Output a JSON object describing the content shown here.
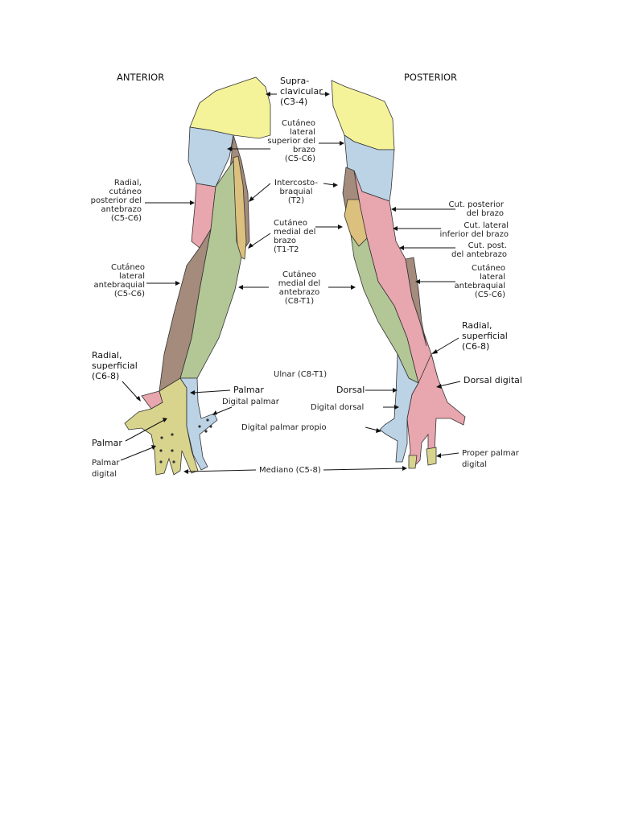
{
  "colors": {
    "yellow": "#f5f39a",
    "blue": "#bcd3e6",
    "pink": "#e8a6ae",
    "brown": "#a48b7c",
    "green": "#b3c796",
    "tan": "#dcc07d",
    "olive": "#d9d48d"
  },
  "headings": {
    "anterior": "ANTERIOR",
    "posterior": "POSTERIOR"
  },
  "center_labels": {
    "supraclavicular": [
      "Supra-",
      "clavicular",
      "(C3-4)"
    ],
    "cut_lat_sup": [
      "Cutáneo",
      "lateral",
      "superior del",
      "brazo",
      "(C5-C6)"
    ],
    "intercosto": [
      "Intercosto-",
      "braquial",
      "(T2)"
    ],
    "cut_med_brazo": [
      "Cutáneo",
      "medial del",
      "brazo",
      "(T1-T2"
    ],
    "cut_med_antebrazo": [
      "Cutáneo",
      "medial del",
      "antebrazo",
      "(C8-T1)"
    ],
    "ulnar": "Ulnar (C8-T1)",
    "palmar": "Palmar",
    "digital_palmar": "Digital palmar",
    "dorsal": "Dorsal",
    "digital_dorsal": "Digital dorsal",
    "digital_palmar_propio": "Digital palmar propio",
    "mediano": "Mediano (C5-8)"
  },
  "left_labels": {
    "radial_cut_post": [
      "Radial,",
      "cutáneo",
      "posterior del",
      "antebrazo",
      "(C5-C6)"
    ],
    "cut_lat_antebraquial": [
      "Cutáneo",
      "lateral",
      "antebraquial",
      "(C5-C6)"
    ],
    "radial_superficial": [
      "Radial,",
      "superficial",
      "(C6-8)"
    ],
    "palmar": "Palmar",
    "palmar_digital": [
      "Palmar",
      "digital"
    ]
  },
  "right_labels": {
    "cut_post_brazo": [
      "Cut. posterior",
      "del brazo"
    ],
    "cut_lat_inf": [
      "Cut. lateral",
      "inferior del brazo"
    ],
    "cut_post_antebrazo": [
      "Cut.  post.",
      "del antebrazo"
    ],
    "cut_lat_antebraquial": [
      "Cutáneo",
      "lateral",
      "antebraquial",
      "(C5-C6)"
    ],
    "radial_superficial": [
      "Radial,",
      "superficial",
      "(C6-8)"
    ],
    "dorsal_digital": "Dorsal digital",
    "proper_palmar_digital": [
      "Proper palmar",
      "digital"
    ]
  }
}
